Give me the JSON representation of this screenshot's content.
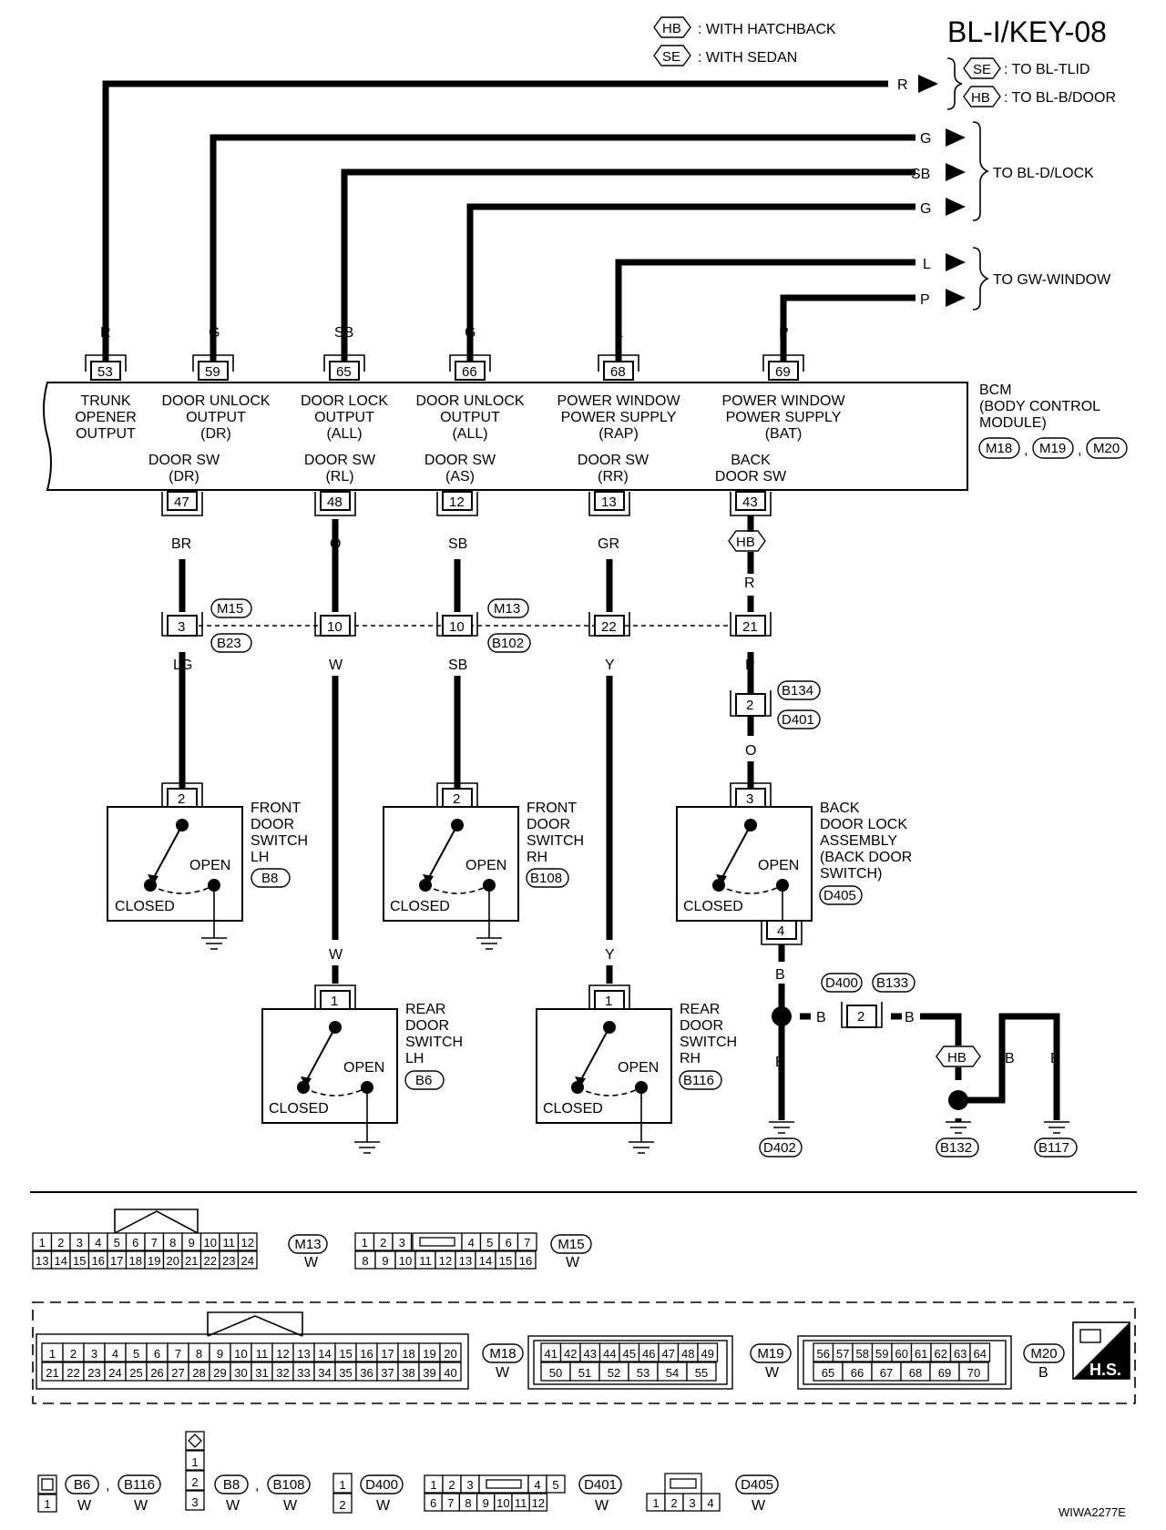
{
  "title": "BL-I/KEY-08",
  "footer_code": "WIWA2277E",
  "legend": [
    {
      "tag": "HB",
      "text": ": WITH HATCHBACK"
    },
    {
      "tag": "SE",
      "text": ": WITH SEDAN"
    }
  ],
  "outputs": {
    "r": {
      "color": "R",
      "dest1_tag": "SE",
      "dest1": ": TO BL-TLID",
      "dest2_tag": "HB",
      "dest2": ": TO BL-B/DOOR"
    },
    "g1": "G",
    "sb": "SB",
    "g2": "G",
    "dlock": "TO BL-D/LOCK",
    "l": "L",
    "p": "P",
    "gw": "TO GW-WINDOW"
  },
  "bcm": {
    "title_lines": [
      "BCM",
      "(BODY CONTROL",
      "MODULE)"
    ],
    "connectors": [
      "M18",
      "M19",
      "M20"
    ],
    "top_pins": [
      {
        "pin": "53",
        "wire": "R",
        "label": [
          "TRUNK",
          "OPENER",
          "OUTPUT"
        ]
      },
      {
        "pin": "59",
        "wire": "G",
        "label": [
          "DOOR UNLOCK",
          "OUTPUT",
          "(DR)"
        ]
      },
      {
        "pin": "65",
        "wire": "SB",
        "label": [
          "DOOR LOCK",
          "OUTPUT",
          "(ALL)"
        ]
      },
      {
        "pin": "66",
        "wire": "G",
        "label": [
          "DOOR UNLOCK",
          "OUTPUT",
          "(ALL)"
        ]
      },
      {
        "pin": "68",
        "wire": "L",
        "label": [
          "POWER WINDOW",
          "POWER SUPPLY",
          "(RAP)"
        ]
      },
      {
        "pin": "69",
        "wire": "P",
        "label": [
          "POWER WINDOW",
          "POWER SUPPLY",
          "(BAT)"
        ]
      }
    ],
    "bottom_pins": [
      {
        "pin": "47",
        "wire": "BR",
        "label": [
          "DOOR SW",
          "(DR)"
        ]
      },
      {
        "pin": "48",
        "wire": "O",
        "label": [
          "DOOR SW",
          "(RL)"
        ]
      },
      {
        "pin": "12",
        "wire": "SB",
        "label": [
          "DOOR SW",
          "(AS)"
        ]
      },
      {
        "pin": "13",
        "wire": "GR",
        "label": [
          "DOOR SW",
          "(RR)"
        ]
      },
      {
        "pin": "43",
        "wire": "R",
        "label": [
          "BACK",
          "DOOR SW"
        ]
      }
    ]
  },
  "hb_tag": "HB",
  "junction": {
    "c1": {
      "pin": "3",
      "tag_top": "M15",
      "tag_bot": "B23",
      "wire_out": "LG"
    },
    "c2": {
      "pin": "10",
      "wire_out": "W"
    },
    "c3": {
      "pin": "10",
      "tag_top": "M13",
      "tag_bot": "B102",
      "wire_out": "SB"
    },
    "c4": {
      "pin": "22",
      "wire_out": "Y"
    },
    "c5": {
      "pin": "21",
      "wire_out": "P"
    }
  },
  "back_conn": {
    "pin": "2",
    "tag_top": "B134",
    "tag_bot": "D401",
    "wire_out": "O"
  },
  "switches": {
    "front_lh": {
      "pin": "2",
      "name": [
        "FRONT",
        "DOOR",
        "SWITCH",
        "LH"
      ],
      "tag": "B8"
    },
    "front_rh": {
      "pin": "2",
      "name": [
        "FRONT",
        "DOOR",
        "SWITCH",
        "RH"
      ],
      "tag": "B108"
    },
    "back": {
      "pin": "3",
      "pin_bottom": "4",
      "name": [
        "BACK",
        "DOOR LOCK",
        "ASSEMBLY",
        "(BACK DOOR",
        "SWITCH)"
      ],
      "tag": "D405"
    },
    "rear_lh": {
      "pin": "1",
      "wire_in": "W",
      "name": [
        "REAR",
        "DOOR",
        "SWITCH",
        "LH"
      ],
      "tag": "B6"
    },
    "rear_rh": {
      "pin": "1",
      "wire_in": "Y",
      "name": [
        "REAR",
        "DOOR",
        "SWITCH",
        "RH"
      ],
      "tag": "B116"
    },
    "open": "OPEN",
    "closed": "CLOSED"
  },
  "ground": {
    "wire": "B",
    "d400_tag": "D400",
    "b133_tag": "B133",
    "pin": "2",
    "hb_tag": "HB",
    "d402": "D402",
    "b132": "B132",
    "b117": "B117"
  },
  "connector_views": {
    "m13": {
      "tag": "M13",
      "color": "W",
      "row1": [
        "1",
        "2",
        "3",
        "4",
        "5",
        "6",
        "7",
        "8",
        "9",
        "10",
        "11",
        "12"
      ],
      "row2": [
        "13",
        "14",
        "15",
        "16",
        "17",
        "18",
        "19",
        "20",
        "21",
        "22",
        "23",
        "24"
      ]
    },
    "m15": {
      "tag": "M15",
      "color": "W",
      "row1a": [
        "1",
        "2",
        "3"
      ],
      "row1b": [
        "4",
        "5",
        "6",
        "7"
      ],
      "row2": [
        "8",
        "9",
        "10",
        "11",
        "12",
        "13",
        "14",
        "15",
        "16"
      ]
    },
    "m18": {
      "tag": "M18",
      "color": "W",
      "row1": [
        "1",
        "2",
        "3",
        "4",
        "5",
        "6",
        "7",
        "8",
        "9",
        "10",
        "11",
        "12",
        "13",
        "14",
        "15",
        "16",
        "17",
        "18",
        "19",
        "20"
      ],
      "row2": [
        "21",
        "22",
        "23",
        "24",
        "25",
        "26",
        "27",
        "28",
        "29",
        "30",
        "31",
        "32",
        "33",
        "34",
        "35",
        "36",
        "37",
        "38",
        "39",
        "40"
      ]
    },
    "m19": {
      "tag": "M19",
      "color": "W",
      "row1": [
        "41",
        "42",
        "43",
        "44",
        "45",
        "46",
        "47",
        "48",
        "49"
      ],
      "row2": [
        "50",
        "51",
        "52",
        "53",
        "54",
        "55"
      ]
    },
    "m20": {
      "tag": "M20",
      "color": "B",
      "row1": [
        "56",
        "57",
        "58",
        "59",
        "60",
        "61",
        "62",
        "63",
        "64"
      ],
      "row2": [
        "65",
        "66",
        "67",
        "68",
        "69",
        "70"
      ]
    },
    "hs": "H.S.",
    "b6b116": {
      "pin": "1",
      "tag1": "B6",
      "tag2": "B116",
      "color1": "W",
      "color2": "W",
      "sep": ","
    },
    "b8b108": {
      "pins": [
        "1",
        "2",
        "3"
      ],
      "tag1": "B8",
      "tag2": "B108",
      "color1": "W",
      "color2": "W",
      "sep": ","
    },
    "d400": {
      "pins": [
        "1",
        "2"
      ],
      "tag": "D400",
      "color": "W"
    },
    "d401": {
      "row1a": [
        "1",
        "2",
        "3"
      ],
      "row1b": [
        "4",
        "5"
      ],
      "row2": [
        "6",
        "7",
        "8",
        "9",
        "10",
        "11",
        "12"
      ],
      "tag": "D401",
      "color": "W"
    },
    "d405": {
      "pins": [
        "1",
        "2",
        "3",
        "4"
      ],
      "tag": "D405",
      "color": "W"
    }
  }
}
